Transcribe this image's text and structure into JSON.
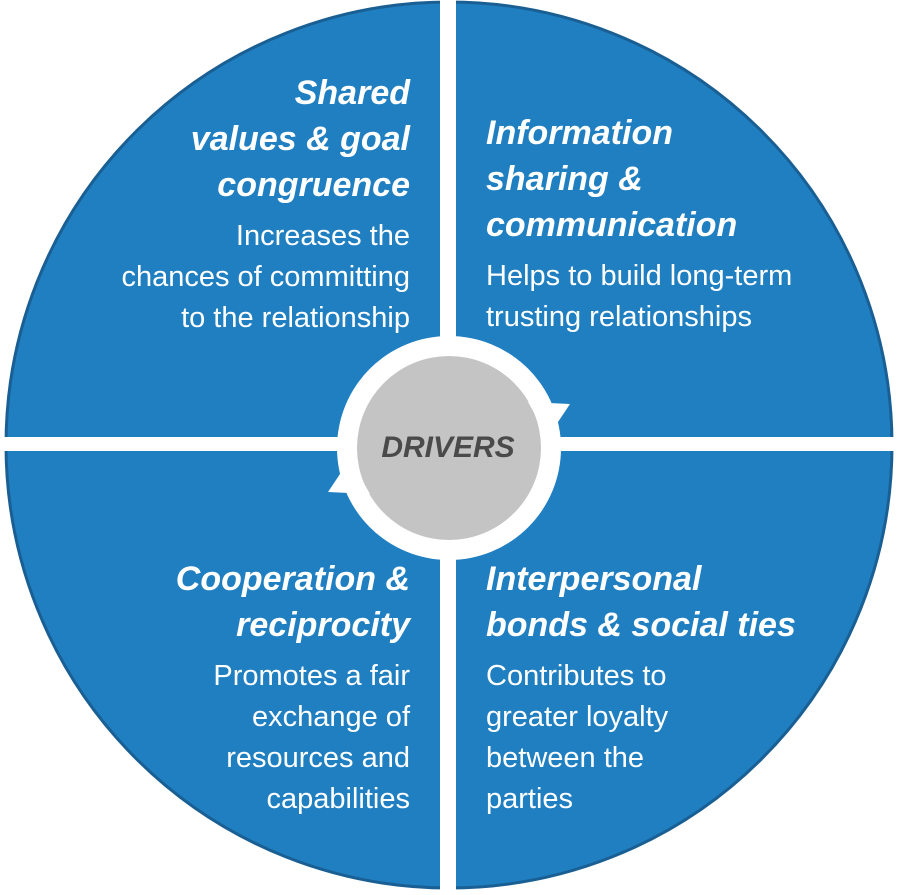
{
  "center": {
    "label": "DRIVERS"
  },
  "quadrants": {
    "top_left": {
      "title_lines": [
        "Shared",
        "values & goal",
        "congruence"
      ],
      "desc_lines": [
        "Increases the",
        "chances of committing",
        "to the relationship"
      ]
    },
    "top_right": {
      "title_lines": [
        "Information",
        "sharing &",
        "communication"
      ],
      "desc_lines": [
        "Helps to build long-term",
        "trusting relationships"
      ]
    },
    "bottom_left": {
      "title_lines": [
        "Cooperation &",
        "reciprocity"
      ],
      "desc_lines": [
        "Promotes a fair",
        "exchange of",
        "resources and",
        "capabilities"
      ]
    },
    "bottom_right": {
      "title_lines": [
        "Interpersonal",
        "bonds & social ties"
      ],
      "desc_lines": [
        "Contributes to",
        "greater loyalty",
        "between the",
        "parties"
      ]
    }
  },
  "colors": {
    "quadrant_fill": "#1f7fc1",
    "quadrant_stroke": "#1a5f93",
    "center_fill": "#c4c4c4",
    "separator": "#ffffff",
    "center_text": "#4a4a4a"
  }
}
